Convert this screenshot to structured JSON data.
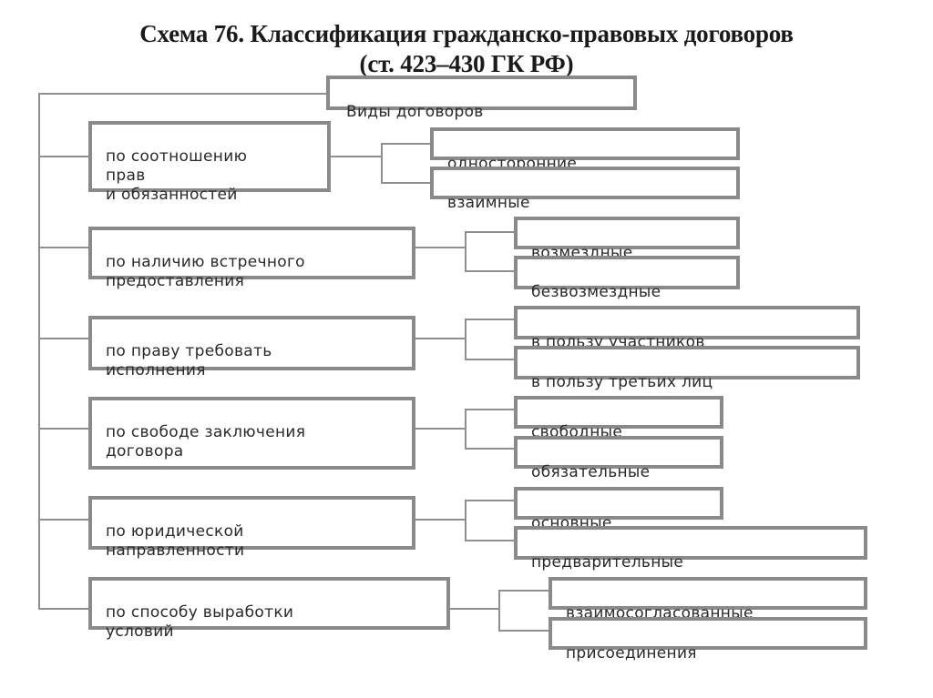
{
  "title": {
    "line1": "Схема 76. Классификация гражданско-правовых договоров",
    "line2": "(ст. 423–430 ГК РФ)"
  },
  "root": {
    "label": "Виды договоров"
  },
  "categories": [
    {
      "label": "по соотношению\nправ\nи обязанностей",
      "types": [
        "односторонние",
        "взаимные"
      ]
    },
    {
      "label": "по наличию встречного\nпредоставления",
      "types": [
        "возмездные",
        "безвозмездные"
      ]
    },
    {
      "label": "по праву требовать\nисполнения",
      "types": [
        "в пользу участников",
        "в пользу третьих лиц"
      ]
    },
    {
      "label": "по свободе заключения\nдоговора",
      "types": [
        "свободные",
        "обязательные"
      ]
    },
    {
      "label": "по юридической\nнаправленности",
      "types": [
        "основные",
        "предварительные"
      ]
    },
    {
      "label": "по способу выработки\nусловий",
      "types": [
        "взаимосогласованные",
        "присоединения"
      ]
    }
  ]
}
